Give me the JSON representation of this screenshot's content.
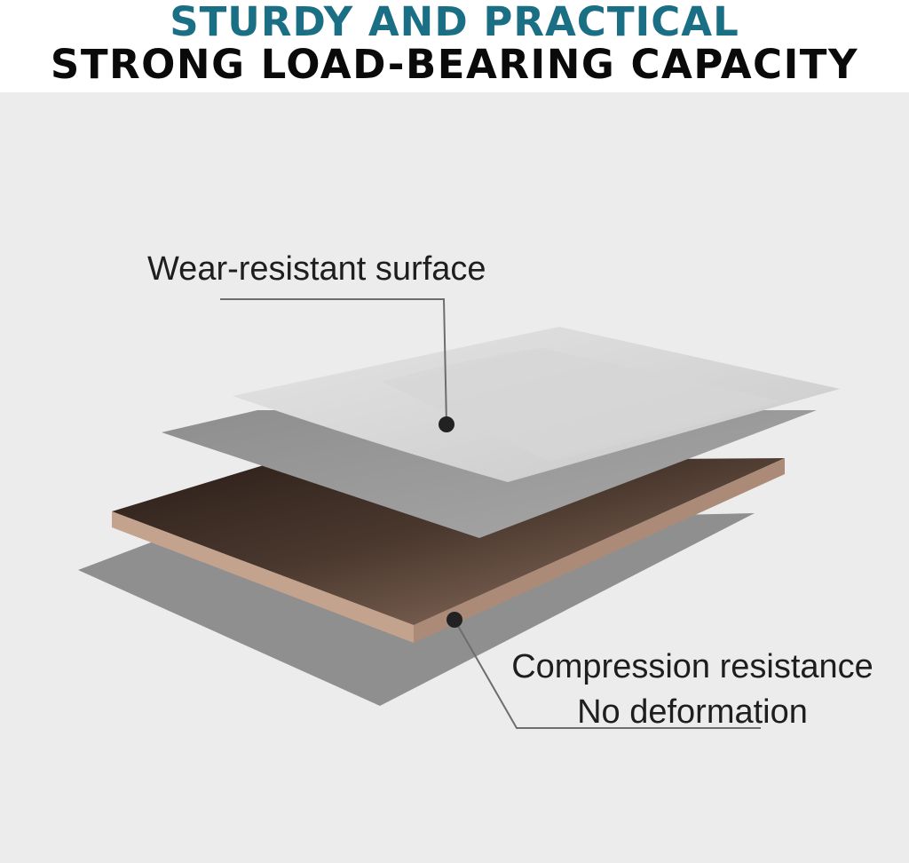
{
  "header": {
    "line1": "STURDY AND PRACTICAL",
    "line2": "STRONG LOAD-BEARING CAPACITY"
  },
  "callouts": {
    "surface": "Wear-resistant surface",
    "core_line1": "Compression resistance",
    "core_line2": "No deformation"
  },
  "colors": {
    "headline_accent": "#1a6f85",
    "headline_dark": "#0a0a0a",
    "background": "#ececec",
    "top_film": "#d3d3d3",
    "middle_layer": "#9e9e9e",
    "core_board": "#b89582",
    "base_layer": "#8f8f8f",
    "leader_line": "#6d6d6d",
    "marker_dot": "#222222"
  },
  "layers": [
    "top-film",
    "middle-layer",
    "core-board",
    "base-layer"
  ]
}
